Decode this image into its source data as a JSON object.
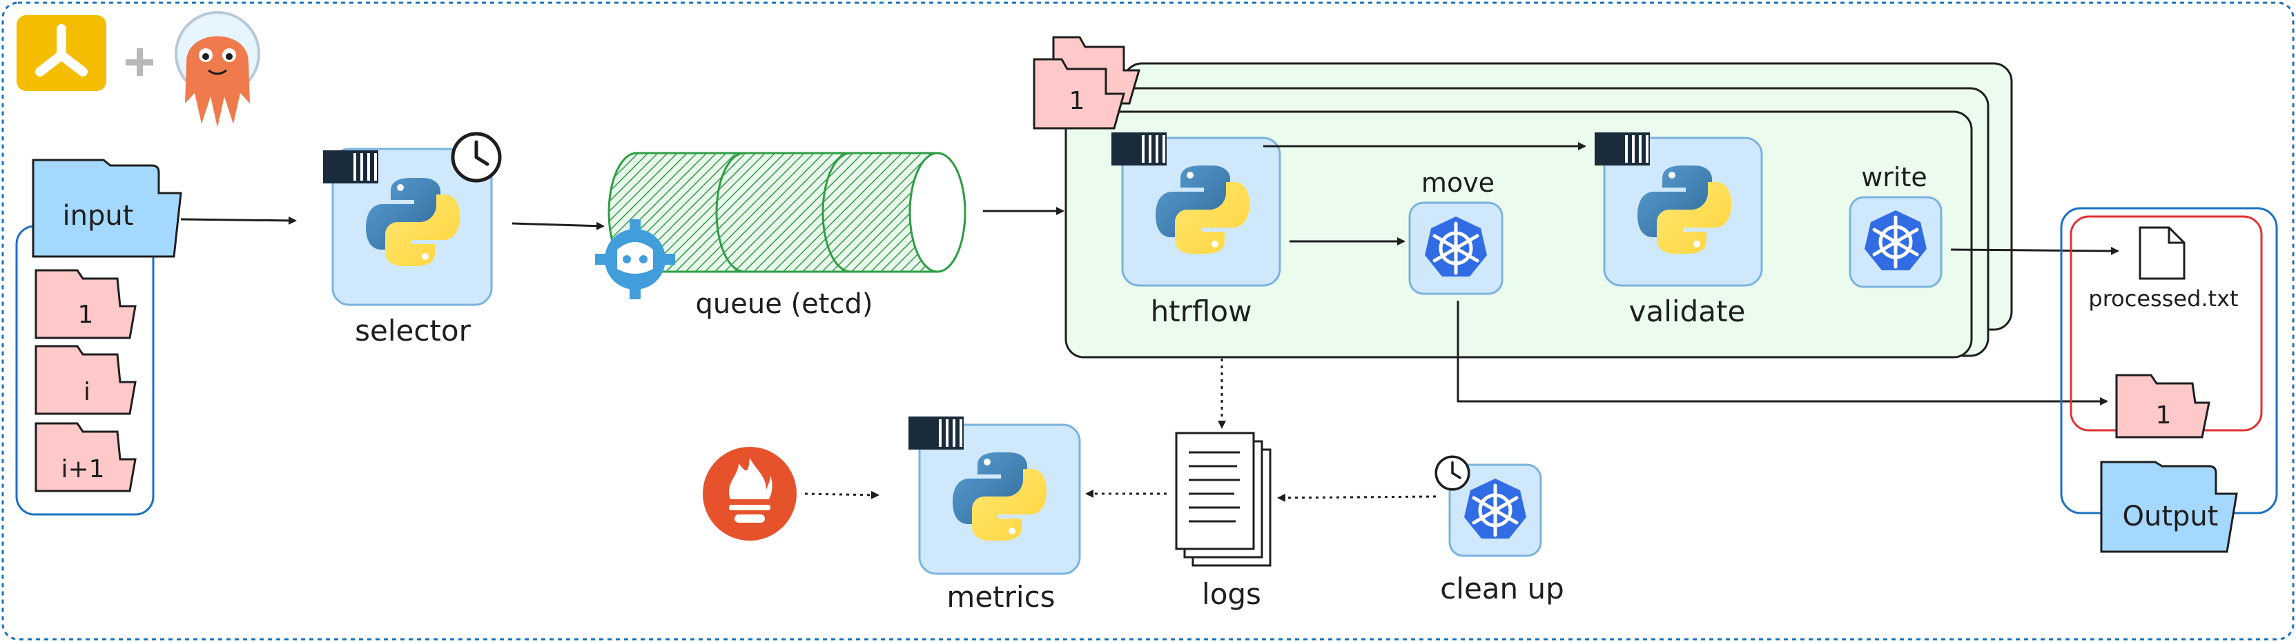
{
  "colors": {
    "border": "#1971c2",
    "folder_blue": "#a5d8ff",
    "folder_pink": "#ffc9c9",
    "node_fill": "#d0e8fb",
    "pipeline_fill": "#ebfbee",
    "queue_hatch": "#2f9e44",
    "argo_yellow": "#f4bd00",
    "argo_orange": "#ef7b4d",
    "prometheus": "#e6522c",
    "kubernetes": "#326ce5",
    "output_red": "#e03131"
  },
  "labels": {
    "input": "input",
    "input_folders": [
      "1",
      "i",
      "i+1"
    ],
    "selector": "selector",
    "queue": "queue (etcd)",
    "stack_folder": "1",
    "htrflow": "htrflow",
    "move": "move",
    "validate": "validate",
    "write": "write",
    "processed": "processed.txt",
    "output_folder_1": "1",
    "output": "Output",
    "metrics": "metrics",
    "logs": "logs",
    "cleanup": "clean up"
  },
  "icons": [
    "argo-workflows-icon",
    "argo-octopus-icon",
    "python-icon",
    "clock-icon",
    "docker-container-icon",
    "kubernetes-icon",
    "etcd-icon",
    "prometheus-icon",
    "file-icon",
    "document-stack-icon",
    "folder-icon"
  ]
}
